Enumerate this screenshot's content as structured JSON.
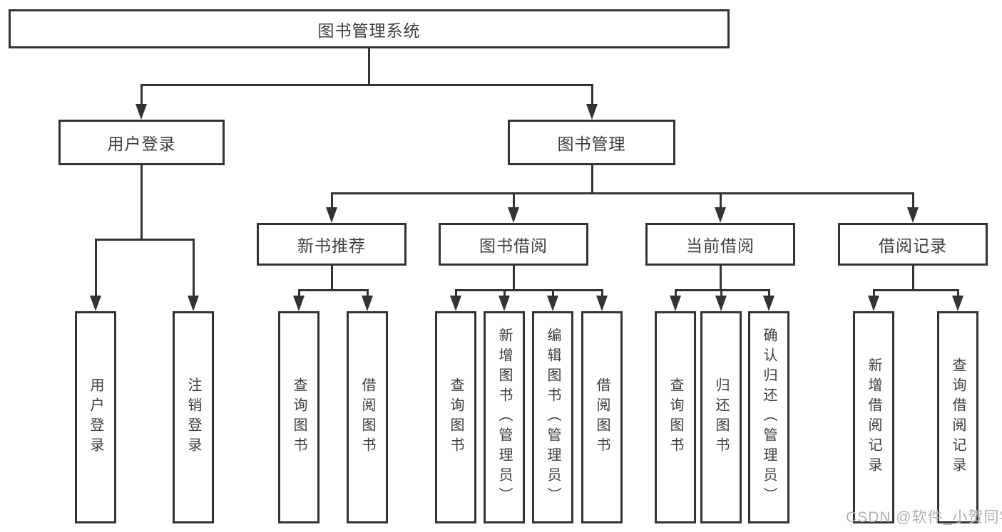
{
  "tree": {
    "root": "图书管理系统",
    "children": [
      {
        "label": "用户登录",
        "children": [
          {
            "label": "用户登录"
          },
          {
            "label": "注销登录"
          }
        ]
      },
      {
        "label": "图书管理",
        "children": [
          {
            "label": "新书推荐",
            "children": [
              {
                "label": "查询图书"
              },
              {
                "label": "借阅图书"
              }
            ]
          },
          {
            "label": "图书借阅",
            "children": [
              {
                "label": "查询图书"
              },
              {
                "label": "新增图书（管理员）"
              },
              {
                "label": "编辑图书（管理员）"
              },
              {
                "label": "借阅图书"
              }
            ]
          },
          {
            "label": "当前借阅",
            "children": [
              {
                "label": "查询图书"
              },
              {
                "label": "归还图书"
              },
              {
                "label": "确认归还（管理员）"
              }
            ]
          },
          {
            "label": "借阅记录",
            "children": [
              {
                "label": "新增借阅记录"
              },
              {
                "label": "查询借阅记录"
              }
            ]
          }
        ]
      }
    ]
  },
  "watermark": {
    "text": "CSDN @软件_小贺同学"
  },
  "colors": {
    "line": "#333333",
    "text": "#3d3d3d",
    "background": "#ffffff",
    "watermark": "#b0b0b0"
  }
}
